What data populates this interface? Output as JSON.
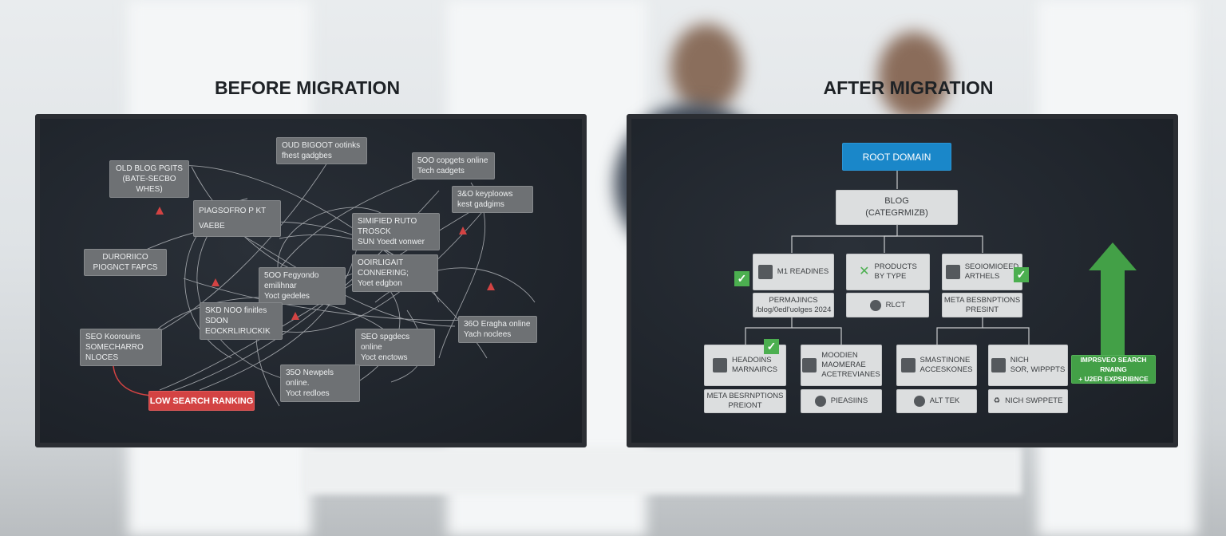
{
  "before": {
    "title": "BEFORE MIGRATION",
    "boxes": [
      "OLD BLOG PGITS\n(BATE-SECBO WHES)",
      "OUD BIGOOT ootinks\nfhest gadgbes",
      "5OO copgets online\nTech cadgets",
      "3&O keyploows\nkest gadgims",
      "PIAGSOFRO P KT VAEBE",
      "SIMIFIED RUTO TROSCK\nSUN Yoedt vonwer",
      "DURORIICO\nPIOGNCT FAPCS",
      "OOIRLIGAIT CONNERING;\nYoet edgbon",
      "5OO Fegyondo emilihnar\nYoct gedeles",
      "SKD NOO finitles\nSDON EOCKRLIRUCKIK",
      "SEO Koorouins\nSOMECHARRO NLOCES",
      "36O Eragha online\nYach noclees",
      "SEO spgdecs online\nYoct enctows",
      "35O Newpels online.\nYoct redloes"
    ],
    "result": "LOW SEARCH RANKING",
    "accent": "#d34343"
  },
  "after": {
    "title": "AFTER MIGRATION",
    "root": "ROOT DOMAIN",
    "root_color": "#1a87c9",
    "blog": "BLOG\n(CATEGRMIZB)",
    "row1": [
      {
        "label": "M1 READINES",
        "sub": "PERMAJINCS\n/blog/0edl'uolges 2024",
        "check": true
      },
      {
        "label": "PRODUCTS\nBY TYPE",
        "sub": "RLCT",
        "check": false
      },
      {
        "label": "SEOIOMIOEED\nARTHELS",
        "sub": "META BESBNPTIONS\nPRESINT",
        "check": true
      }
    ],
    "row2": [
      {
        "label": "HEADOINS\nMARNAIRCS",
        "sub": "META BESRNPTIONS\nPREIONT",
        "check": true
      },
      {
        "label": "MOODIEN\nMAOMERAE\nACETREVIANES",
        "sub": "PIEASIINS"
      },
      {
        "label": "SMASTINONE\nACCESKONES",
        "sub": "ALT TEK"
      },
      {
        "label": "NICH\nSOR, WIPPPTS",
        "sub": "NICH SWPPETE"
      }
    ],
    "outcome": "IMPRSVEO SEARCH RNAING\n+ U2ER EXPSRIBNCE",
    "outcome_color": "#43a047"
  }
}
